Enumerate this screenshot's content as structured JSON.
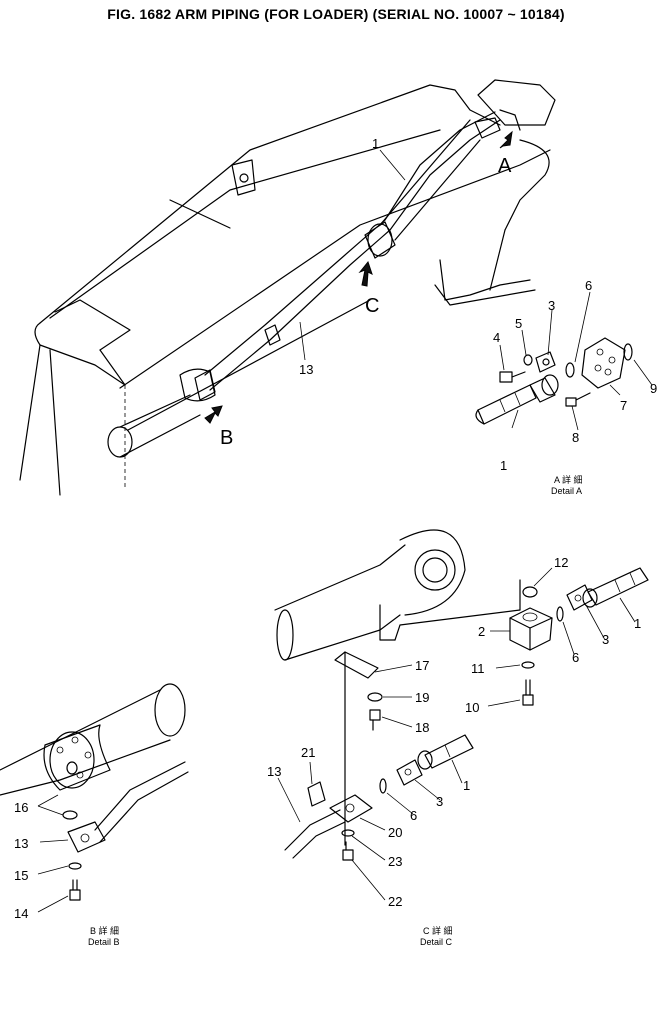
{
  "title": "FIG. 1682   ARM PIPING (FOR LOADER) (SERIAL NO. 10007 ~ 10184)",
  "view_arrows": {
    "a": "A",
    "b": "B",
    "c": "C"
  },
  "captions": {
    "detail_a_jp": "A 詳 細",
    "detail_a": "Detail A",
    "detail_b_jp": "B 詳 細",
    "detail_b": "Detail B",
    "detail_c_jp": "C 詳 細",
    "detail_c": "Detail C"
  },
  "callouts": {
    "main": {
      "pipe_1": "1",
      "hose_13": "13"
    },
    "detail_a": {
      "n1": "1",
      "n3": "3",
      "n4": "4",
      "n5": "5",
      "n6": "6",
      "n7": "7",
      "n8": "8",
      "n9": "9"
    },
    "detail_b": {
      "n13": "13",
      "n14": "14",
      "n15": "15",
      "n16": "16"
    },
    "detail_c": {
      "n1a": "1",
      "n1b": "1",
      "n2": "2",
      "n3a": "3",
      "n3b": "3",
      "n6a": "6",
      "n6b": "6",
      "n10": "10",
      "n11": "11",
      "n12": "12",
      "n13": "13",
      "n17": "17",
      "n18": "18",
      "n19": "19",
      "n20": "20",
      "n21": "21",
      "n22": "22",
      "n23": "23"
    }
  }
}
